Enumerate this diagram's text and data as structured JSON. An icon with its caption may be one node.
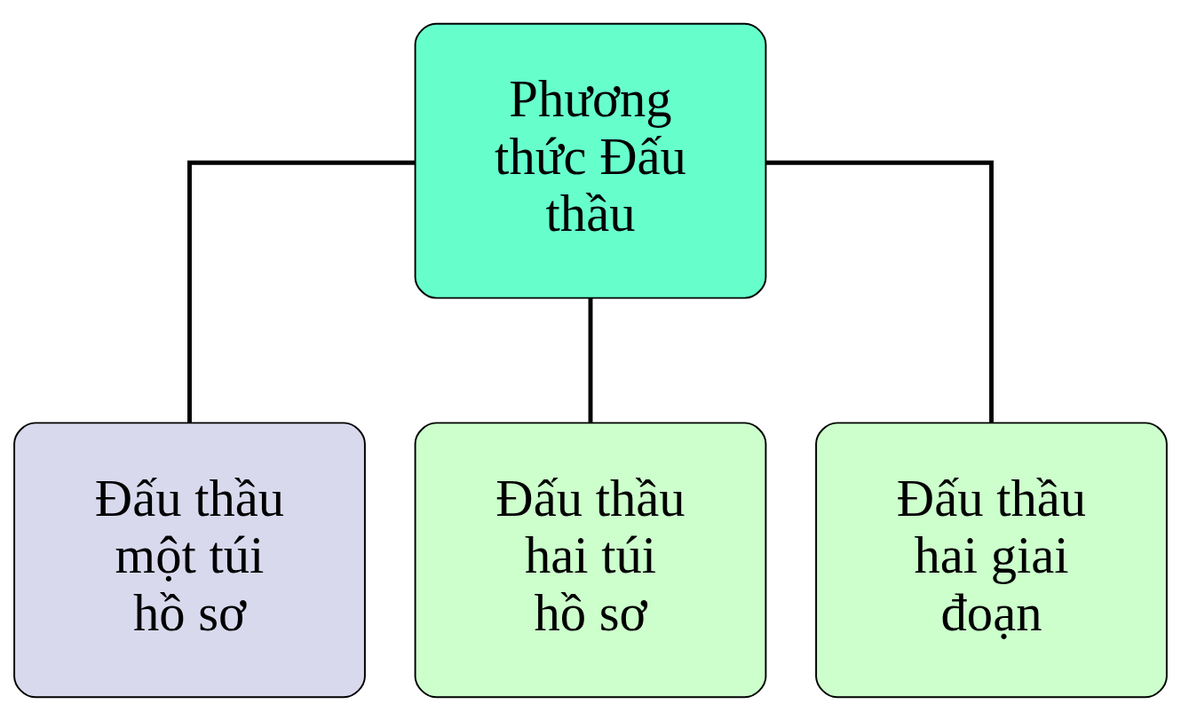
{
  "diagram": {
    "nodes": [
      {
        "text": [
          "Phương thức Đấu thầu"
        ]
      },
      {
        "text": [
          "Đấu thầu một túi hồ sơ"
        ]
      },
      {
        "text": [
          "Đấu thầu hai túi hồ sơ"
        ]
      },
      {
        "text": [
          "Đấu thầu hai giai đoạn"
        ]
      }
    ],
    "edges": [
      {
        "from": 0,
        "to": 1,
        "arrow": "none"
      },
      {
        "from": 0,
        "to": 2,
        "arrow": "none"
      },
      {
        "from": 0,
        "to": 3,
        "arrow": "none"
      }
    ]
  }
}
